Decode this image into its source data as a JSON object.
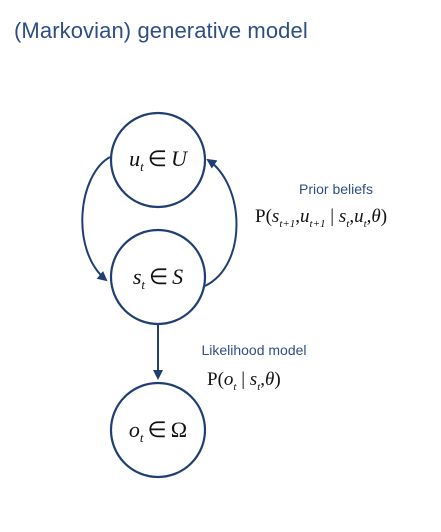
{
  "title": "(Markovian) generative model",
  "colors": {
    "title": "#2d4f85",
    "node_stroke": "#1f3f73",
    "label": "#2d4f85",
    "formula": "#111111"
  },
  "nodes": {
    "top": {
      "var": "u",
      "sub": "t",
      "rel": "∈",
      "set": "U"
    },
    "middle": {
      "var": "s",
      "sub": "t",
      "rel": "∈",
      "set": "S"
    },
    "bottom": {
      "var": "o",
      "sub": "t",
      "rel": "∈",
      "set": "Ω"
    }
  },
  "prior": {
    "label": "Prior beliefs",
    "formula": {
      "open": "P(",
      "s": "s",
      "s_sub": "t+1",
      "comma1": ",",
      "u": "u",
      "u_sub": "t+1",
      "bar": " | ",
      "s2": "s",
      "s2_sub": "t",
      "comma2": ",",
      "u2": "u",
      "u2_sub": "t",
      "comma3": ",",
      "theta": "θ",
      "close": ")"
    }
  },
  "likelihood": {
    "label": "Likelihood model",
    "formula": {
      "open": "P(",
      "o": "o",
      "o_sub": "t",
      "bar": " | ",
      "s": "s",
      "s_sub": "t",
      "comma": ",",
      "theta": "θ",
      "close": ")"
    }
  }
}
